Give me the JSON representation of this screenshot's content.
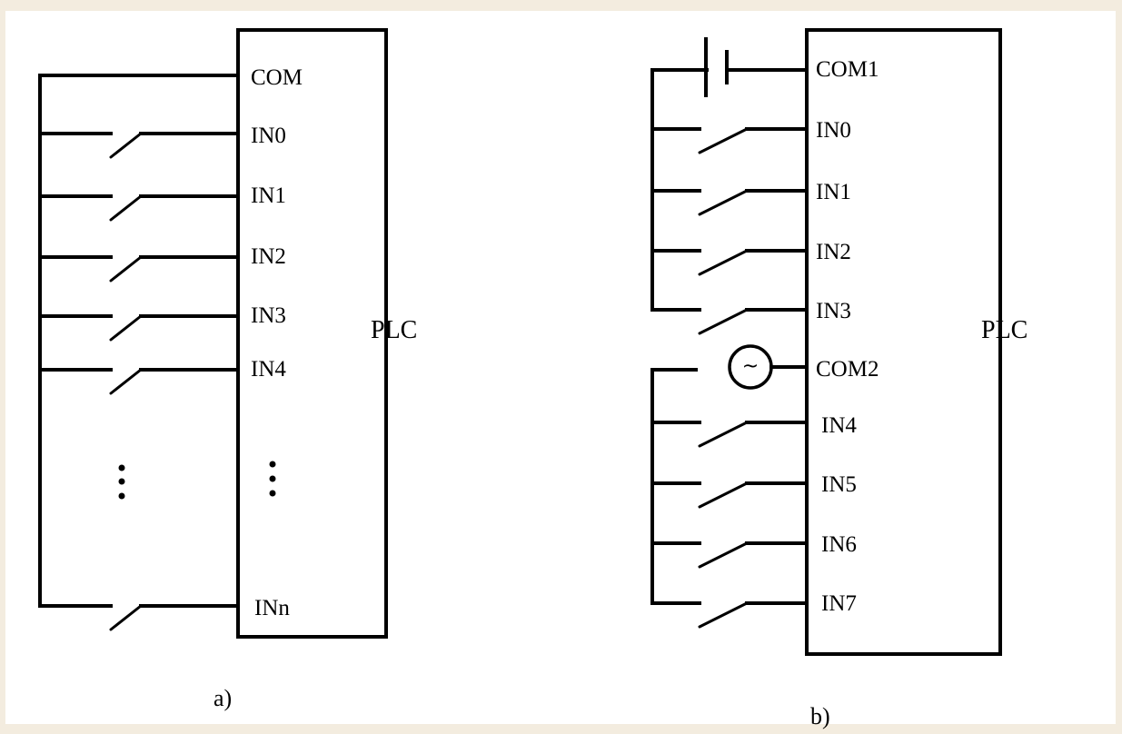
{
  "colors": {
    "background": "#f3ecdf",
    "panel": "#ffffff",
    "ink": "#000000"
  },
  "diagram_a": {
    "caption": "a)",
    "block_label": "PLC",
    "common_label": "COM",
    "inputs": [
      "IN0",
      "IN1",
      "IN2",
      "IN3",
      "IN4",
      "INn"
    ],
    "ellipsis": "⋮",
    "source": "none"
  },
  "diagram_b": {
    "caption": "b)",
    "block_label": "PLC",
    "groups": [
      {
        "common_label": "COM1",
        "source": "dc-battery",
        "inputs": [
          "IN0",
          "IN1",
          "IN2",
          "IN3"
        ]
      },
      {
        "common_label": "COM2",
        "source": "ac-source",
        "source_symbol": "~",
        "inputs": [
          "IN4",
          "IN5",
          "IN6",
          "IN7"
        ]
      }
    ]
  }
}
